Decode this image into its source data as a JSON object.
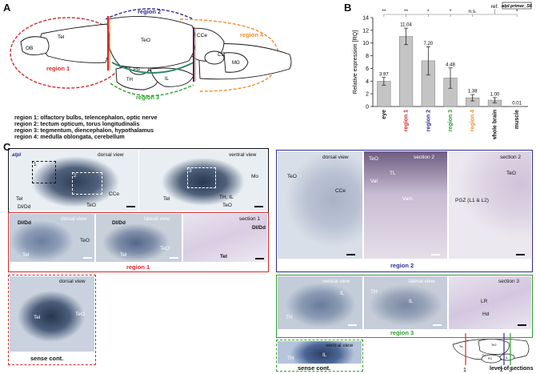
{
  "panels": {
    "A": "A",
    "B": "B",
    "C": "C"
  },
  "panelA": {
    "regions": [
      "region 1",
      "region 2",
      "region 3",
      "region 4"
    ],
    "labels": {
      "OB": "OB",
      "Tel": "Tel",
      "TeO": "TeO",
      "CCe": "CCe",
      "CC": "CC",
      "MO": "MO",
      "PG": "PG",
      "TH": "TH",
      "IL": "IL"
    },
    "legend": [
      "region 1: olfactory bulbs, telencephalon, optic nerve",
      "region 2: tectum opticum, torus longitudinalis",
      "region 3: tegmentum, diencephalon, hypothalamus",
      "region 4: medulla oblongata, cerebellum"
    ],
    "colors": {
      "region1": "#d62728",
      "region2": "#2e2c8c",
      "region3": "#2ca02c",
      "region4": "#f28e2b"
    }
  },
  "chart_data": {
    "type": "bar",
    "title": "",
    "key_label": "alpl primer_S6",
    "ylabel": "Relative expression [RQ]",
    "ylim": [
      0,
      14
    ],
    "yticks": [
      0,
      2,
      4,
      6,
      8,
      10,
      12,
      14
    ],
    "categories": [
      "eye",
      "region 1",
      "region 2",
      "region 3",
      "region 4",
      "whole brain",
      "muscle"
    ],
    "category_colors": [
      "#111111",
      "#d62728",
      "#2e2c8c",
      "#2ca02c",
      "#f28e2b",
      "#111111",
      "#111111"
    ],
    "values": [
      3.97,
      11.04,
      7.2,
      4.48,
      1.38,
      1.0,
      0.01
    ],
    "value_labels": [
      "3.97",
      "11.04",
      "7.20",
      "4.48",
      "1.38",
      "1.00",
      "0.01"
    ],
    "errors": [
      0.6,
      1.3,
      2.2,
      1.6,
      0.5,
      0.4,
      0.0
    ],
    "significance": [
      "**",
      "**",
      "*",
      "*",
      "n.s.",
      "ref.",
      "*"
    ],
    "bar_color": "#c4c4c4"
  },
  "panelC": {
    "alpl": "alpl",
    "whole": {
      "dorsal": "dorsal view",
      "ventral": "ventral view",
      "n1": "1",
      "n2": "2",
      "n3": "3",
      "Tel": "Tel",
      "DlDd": "Dl/Dd",
      "TeO": "TeO",
      "CCe": "CCe",
      "Mo": "Mo",
      "THIL": "TH, IL",
      "TeO2": "TeO",
      "Tel2": "Tel"
    },
    "region1": {
      "title": "region 1",
      "dorsal": "dorsal view",
      "lateral": "lateral view",
      "section": "section 1",
      "DlDd": "Dl/Dd",
      "Tel": "Tel",
      "TeO": "TeO"
    },
    "region2": {
      "title": "region 2",
      "dorsal": "dorsal view",
      "section2a": "section 2",
      "section2b": "section 2",
      "TeO": "TeO",
      "CCe": "CCe",
      "Val": "Val",
      "TL": "TL",
      "Vam": "Vam",
      "PGZ": "PGZ (L1 & L2)"
    },
    "region3": {
      "title": "region 3",
      "ventral": "ventral view",
      "lateral": "lateral view",
      "section": "section 3",
      "TH": "TH",
      "IL": "IL",
      "LR": "LR",
      "Hd": "Hd"
    },
    "sense1": {
      "view": "dorsal view",
      "Tel": "Tel",
      "TeO": "TeO",
      "label": "sense cont."
    },
    "sense3": {
      "view": "ventral view",
      "IL": "IL",
      "TH": "TH",
      "label": "sense cont."
    },
    "sections": {
      "s1": "1",
      "s2": "2",
      "s3": "3",
      "caption": "level of sections",
      "Tel": "Tel",
      "TeO": "TeO",
      "PG": "PG",
      "TH": "TH",
      "IL": "IL"
    }
  }
}
